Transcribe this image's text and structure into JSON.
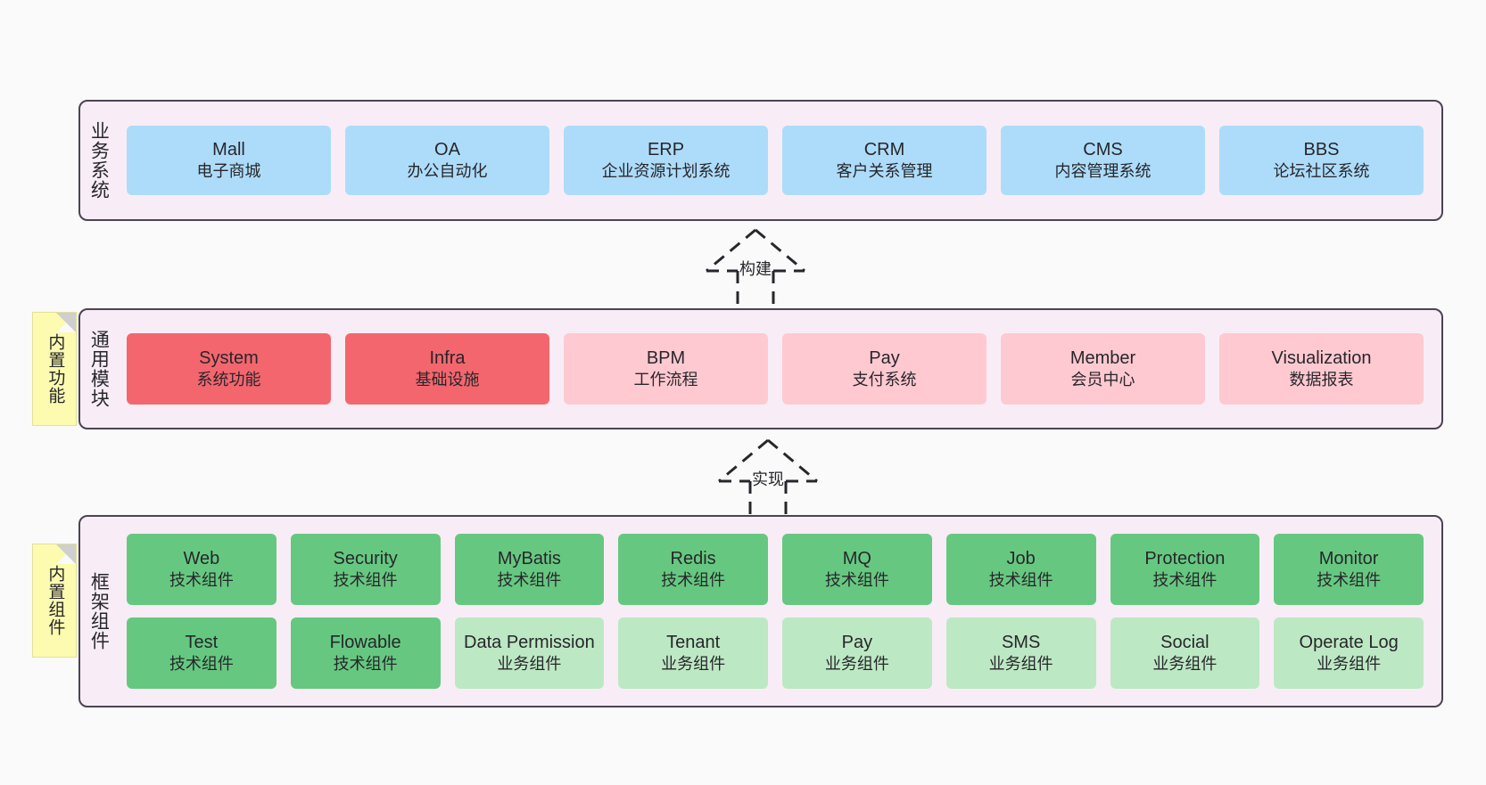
{
  "diagram": {
    "background": "#FAFAFA",
    "layer_bg": "#F8EDF6",
    "layer_border": "#4A4453",
    "sticky_bg": "#FCFBAF"
  },
  "layers": [
    {
      "id": "business-systems",
      "title": "业务系统",
      "sticky": null,
      "rows": [
        {
          "color": "#ADDCFA",
          "cards": [
            {
              "name": "Mall",
              "desc": "电子商城"
            },
            {
              "name": "OA",
              "desc": "办公自动化"
            },
            {
              "name": "ERP",
              "desc": "企业资源计划系统"
            },
            {
              "name": "CRM",
              "desc": "客户关系管理"
            },
            {
              "name": "CMS",
              "desc": "内容管理系统"
            },
            {
              "name": "BBS",
              "desc": "论坛社区系统"
            }
          ]
        }
      ]
    },
    {
      "id": "common-modules",
      "title": "通用模块",
      "sticky": "内置功能",
      "rows": [
        {
          "color": "#F4666E",
          "cards": [
            {
              "name": "System",
              "desc": "系统功能",
              "color": "#F4666E"
            },
            {
              "name": "Infra",
              "desc": "基础设施",
              "color": "#F4666E"
            },
            {
              "name": "BPM",
              "desc": "工作流程",
              "color": "#FFC9D1"
            },
            {
              "name": "Pay",
              "desc": "支付系统",
              "color": "#FFC9D1"
            },
            {
              "name": "Member",
              "desc": "会员中心",
              "color": "#FFC9D1"
            },
            {
              "name": "Visualization",
              "desc": "数据报表",
              "color": "#FFC9D1"
            }
          ]
        }
      ]
    },
    {
      "id": "framework-components",
      "title": "框架组件",
      "sticky": "内置组件",
      "rows": [
        {
          "color": "#66C880",
          "cards": [
            {
              "name": "Web",
              "desc": "技术组件"
            },
            {
              "name": "Security",
              "desc": "技术组件"
            },
            {
              "name": "MyBatis",
              "desc": "技术组件"
            },
            {
              "name": "Redis",
              "desc": "技术组件"
            },
            {
              "name": "MQ",
              "desc": "技术组件"
            },
            {
              "name": "Job",
              "desc": "技术组件"
            },
            {
              "name": "Protection",
              "desc": "技术组件"
            },
            {
              "name": "Monitor",
              "desc": "技术组件"
            }
          ]
        },
        {
          "color": "#BDE8C4",
          "cards": [
            {
              "name": "Test",
              "desc": "技术组件",
              "color": "#66C880"
            },
            {
              "name": "Flowable",
              "desc": "技术组件",
              "color": "#66C880"
            },
            {
              "name": "Data Permission",
              "desc": "业务组件",
              "color": "#BDE8C4"
            },
            {
              "name": "Tenant",
              "desc": "业务组件",
              "color": "#BDE8C4"
            },
            {
              "name": "Pay",
              "desc": "业务组件",
              "color": "#BDE8C4"
            },
            {
              "name": "SMS",
              "desc": "业务组件",
              "color": "#BDE8C4"
            },
            {
              "name": "Social",
              "desc": "业务组件",
              "color": "#BDE8C4"
            },
            {
              "name": "Operate Log",
              "desc": "业务组件",
              "color": "#BDE8C4"
            }
          ]
        }
      ]
    }
  ],
  "connectors": [
    {
      "id": "build",
      "label": "构建"
    },
    {
      "id": "implement",
      "label": "实现"
    }
  ]
}
